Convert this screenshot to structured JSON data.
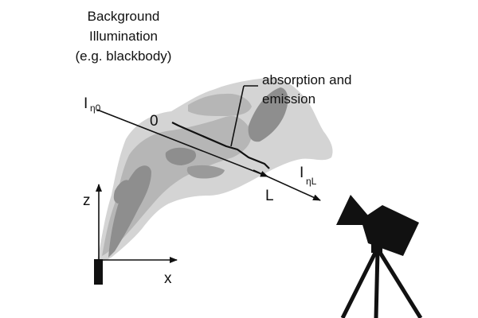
{
  "colors": {
    "plume_light": "#d4d4d4",
    "plume_mid": "#b6b6b6",
    "plume_dark": "#8e8e8e",
    "ink": "#111111",
    "background": "#ffffff"
  },
  "labels": {
    "background_line1": "Background",
    "background_line2": "Illumination",
    "background_line3": "(e.g. blackbody)",
    "absorption_line1": "absorption and",
    "absorption_line2": "emission",
    "intensity_symbol": "I",
    "intensity_start_sub": "η0",
    "intensity_end_sub": "ηL",
    "path_start": "0",
    "path_end": "L",
    "axis_z": "z",
    "axis_x": "x"
  },
  "icons": {
    "camera": "camera-on-tripod-icon",
    "stack": "smoke-stack"
  }
}
